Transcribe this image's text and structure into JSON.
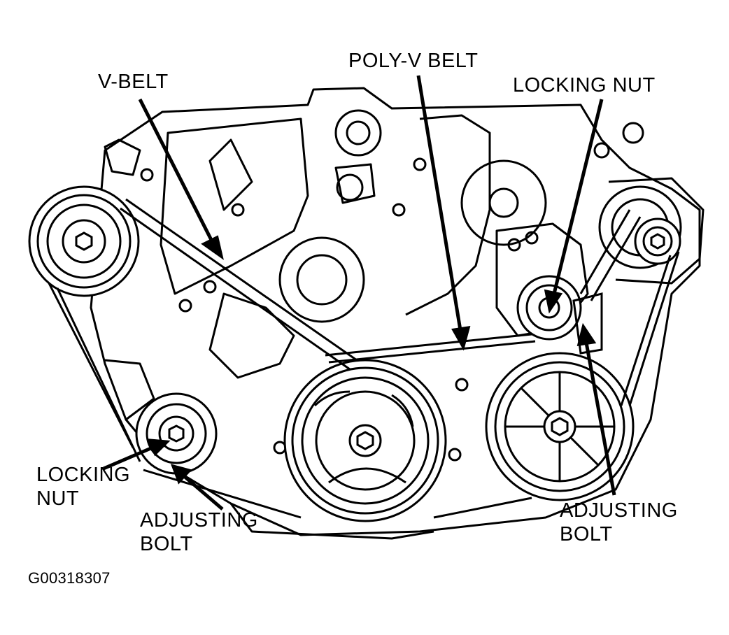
{
  "labels": {
    "v_belt": "V-BELT",
    "poly_v_belt": "POLY-V BELT",
    "locking_nut_right": "LOCKING NUT",
    "locking_nut_left_line1": "LOCKING",
    "locking_nut_left_line2": "NUT",
    "adjusting_bolt_left_line1": "ADJUSTING",
    "adjusting_bolt_left_line2": "BOLT",
    "adjusting_bolt_right_line1": "ADJUSTING",
    "adjusting_bolt_right_line2": "BOLT"
  },
  "figure_id": "G00318307",
  "colors": {
    "ink": "#000000",
    "paper": "#ffffff"
  }
}
